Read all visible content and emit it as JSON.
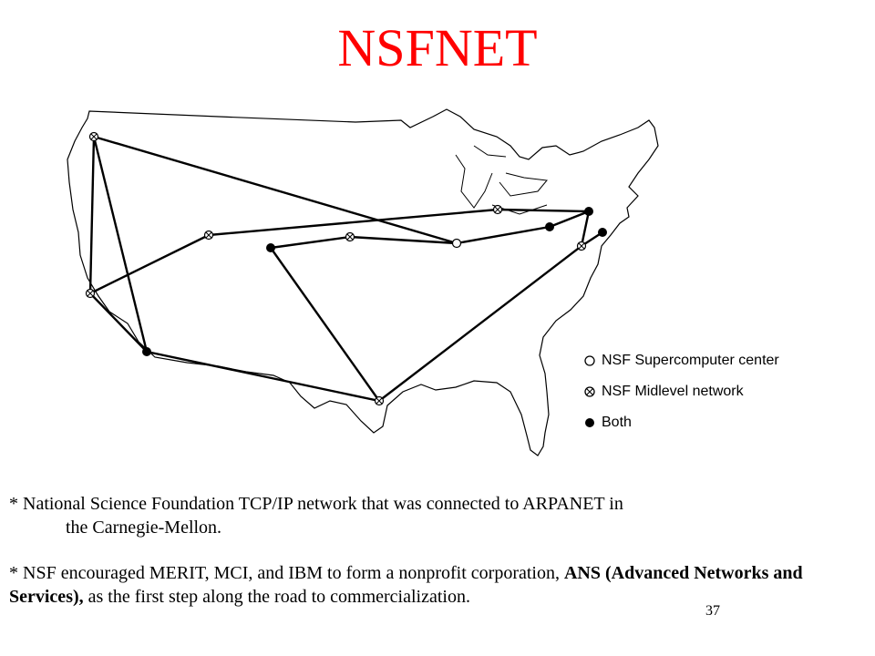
{
  "title": "NSFNET",
  "legend": {
    "items": [
      {
        "symbol": "open-circle-icon",
        "label": "NSF Supercomputer center"
      },
      {
        "symbol": "crossed-circle-icon",
        "label": "NSF Midlevel network"
      },
      {
        "symbol": "filled-circle-icon",
        "label": "Both"
      }
    ]
  },
  "network": {
    "nodes": [
      {
        "id": "seattle",
        "type": "midlevel"
      },
      {
        "id": "palo-alto",
        "type": "midlevel"
      },
      {
        "id": "san-diego",
        "type": "both"
      },
      {
        "id": "salt-lake",
        "type": "midlevel"
      },
      {
        "id": "boulder",
        "type": "both"
      },
      {
        "id": "lincoln",
        "type": "midlevel"
      },
      {
        "id": "urbana",
        "type": "supercomputer"
      },
      {
        "id": "houston",
        "type": "midlevel"
      },
      {
        "id": "ann-arbor",
        "type": "midlevel"
      },
      {
        "id": "pittsburgh",
        "type": "both"
      },
      {
        "id": "ithaca",
        "type": "both"
      },
      {
        "id": "princeton",
        "type": "both"
      },
      {
        "id": "college-park",
        "type": "midlevel"
      }
    ],
    "links": [
      [
        "seattle",
        "palo-alto"
      ],
      [
        "seattle",
        "san-diego"
      ],
      [
        "seattle",
        "urbana"
      ],
      [
        "palo-alto",
        "salt-lake"
      ],
      [
        "palo-alto",
        "san-diego"
      ],
      [
        "san-diego",
        "houston"
      ],
      [
        "salt-lake",
        "ann-arbor"
      ],
      [
        "boulder",
        "lincoln"
      ],
      [
        "boulder",
        "houston"
      ],
      [
        "lincoln",
        "urbana"
      ],
      [
        "urbana",
        "pittsburgh"
      ],
      [
        "ann-arbor",
        "ithaca"
      ],
      [
        "pittsburgh",
        "ithaca"
      ],
      [
        "ithaca",
        "college-park"
      ],
      [
        "college-park",
        "princeton"
      ],
      [
        "houston",
        "college-park"
      ]
    ]
  },
  "bullets": [
    {
      "line1": "* National Science Foundation TCP/IP network that was connected to ARPANET in",
      "line2": "the Carnegie-Mellon."
    },
    {
      "prefix": "* NSF encouraged MERIT, MCI, and IBM to form a nonprofit corporation, ",
      "bold": "ANS (Advanced Networks and Services),",
      "suffix": " as the first step along the road to commercialization."
    }
  ],
  "page_number": "37"
}
